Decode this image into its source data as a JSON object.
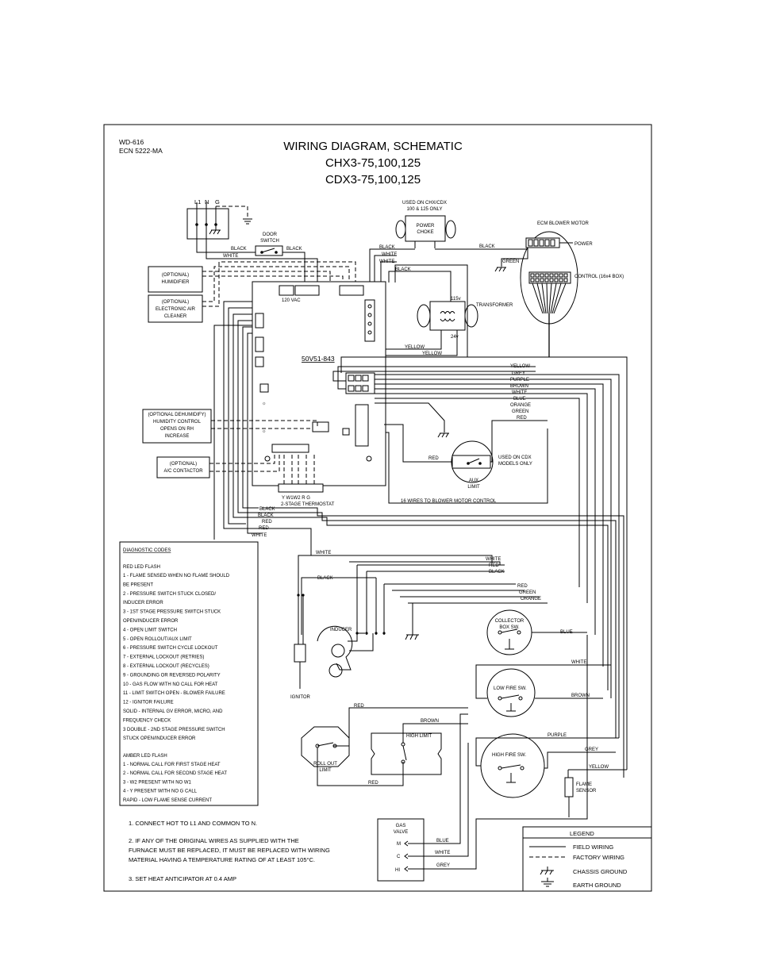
{
  "header": {
    "doc_id": "WD-616",
    "ecn": "ECN 5222-MA",
    "title": "WIRING DIAGRAM, SCHEMATIC",
    "model_line_1": "CHX3-75,100,125",
    "model_line_2": "CDX3-75,100,125"
  },
  "supply": {
    "terminal_l1": "L1",
    "terminal_n": "N",
    "terminal_g": "G"
  },
  "components": {
    "door_switch": "DOOR SWITCH",
    "humidifier": "(OPTIONAL) HUMIDIFIER",
    "air_cleaner": "(OPTIONAL) ELECTRONIC AIR CLEANER",
    "power_choke_note": "USED ON CHX/CDX 100 & 125 ONLY",
    "power_choke": "POWER CHOKE",
    "ecm_motor": "ECM BLOWER MOTOR",
    "power_label": "POWER",
    "control_label": "CONTROL (16x4 BOX)",
    "transformer": "TRANSFORMER",
    "v115": "115v",
    "v24": "24v",
    "board_id": "50V51-843",
    "dehumidify": "(OPTIONAL DEHUMIDIFY) HUMIDITY CONTROL OPENS ON RH INCREASE",
    "ac_contactor": "(OPTIONAL) A/C CONTACTOR",
    "thermostat": "2-STAGE THERMOSTAT",
    "thermostat_terminals": "Y W1W2 R G",
    "cdx_note": "USED ON CDX MODELS ONLY",
    "aux_limit": "AUX LIMIT",
    "blower_wires": "16 WIRES TO BLOWER MOTOR CONTROL",
    "inducer": "INDUCER",
    "ignitor": "IGNITOR",
    "collector_box": "COLLECTOR BOX SW.",
    "low_fire": "LOW FIRE SW.",
    "high_fire": "HIGH FIRE SW.",
    "roll_out": "ROLL OUT LIMIT",
    "high_limit": "HIGH LIMIT",
    "flame_sensor": "FLAME SENSOR",
    "gas_valve": "GAS VALVE",
    "gv_m": "M",
    "gv_c": "C",
    "gv_hi": "HI"
  },
  "wire_labels": {
    "black": "BLACK",
    "white": "WHITE",
    "green": "GREEN",
    "yellow": "YELLOW",
    "grey": "GREY",
    "purple": "PURPLE",
    "brown": "BROWN",
    "blue": "BLUE",
    "orange": "ORANGE",
    "red": "RED"
  },
  "diagnostic": {
    "heading": "DIAGNOSTIC CODES",
    "red_heading": "RED LED FLASH",
    "red_codes": [
      "1 - FLAME SENSED WHEN NO FLAME SHOULD",
      "      BE PRESENT",
      "2 - PRESSURE SWITCH STUCK CLOSED/",
      "      INDUCER ERROR",
      "3 - 1ST STAGE PRESSURE SWITCH STUCK",
      "      OPEN/INDUCER ERROR",
      "4 - OPEN LIMIT SWITCH",
      "5 - OPEN ROLLOUT/AUX LIMIT",
      "6 - PRESSURE SWITCH CYCLE LOCKOUT",
      "7 - EXTERNAL LOCKOUT (RETRIES)",
      "8 - EXTERNAL LOCKOUT (RECYCLES)",
      "9 - GROUNDING OR REVERSED POLARITY",
      "10 - GAS FLOW WITH NO CALL FOR HEAT",
      "11 - LIMIT SWITCH OPEN - BLOWER FAILURE",
      "12 - IGNITOR FAILURE",
      "SOLID - INTERNAL GV ERROR, MICRO, AND",
      "      FREQUENCY CHECK",
      "3 DOUBLE - 2ND STAGE PRESSURE SWITCH",
      "      STUCK OPEN/INDUCER ERROR"
    ],
    "amber_heading": "AMBER LED FLASH",
    "amber_codes": [
      "1 - NORMAL CALL FOR FIRST STAGE HEAT",
      "2 - NORMAL CALL FOR SECOND STAGE HEAT",
      "3 - W2 PRESENT WITH NO W1",
      "4 - Y PRESENT WITH NO G CALL",
      "RAPID - LOW FLAME SENSE CURRENT"
    ]
  },
  "notes": {
    "note1": "1.  CONNECT HOT TO L1 AND COMMON TO N.",
    "note2_a": "2.  IF ANY OF THE ORIGINAL WIRES AS SUPPLIED WITH THE",
    "note2_b": "FURNACE MUST BE REPLACED, IT MUST BE REPLACED WITH WIRING",
    "note2_c": "MATERIAL HAVING A TEMPERATURE RATING OF AT LEAST 105°C.",
    "note3": "3.   SET HEAT ANTICIPATOR AT 0.4 AMP"
  },
  "legend": {
    "heading": "LEGEND",
    "field": "FIELD WIRING",
    "factory": "FACTORY WIRING",
    "chassis": "CHASSIS GROUND",
    "earth": "EARTH GROUND"
  }
}
